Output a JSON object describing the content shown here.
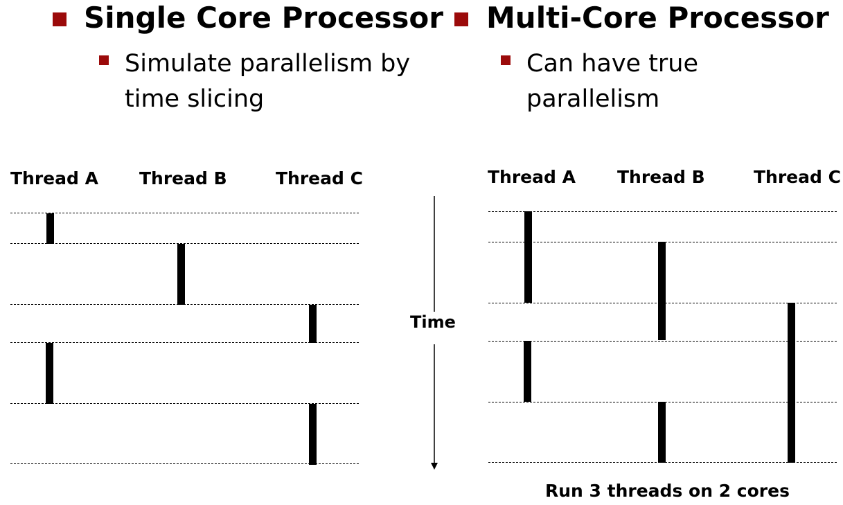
{
  "left": {
    "heading": "Single Core Processor",
    "sub_line1": "Simulate parallelism by",
    "sub_line2": "time slicing",
    "threads": [
      "Thread A",
      "Thread B",
      "Thread C"
    ]
  },
  "right": {
    "heading": "Multi-Core Processor",
    "sub_line1": "Can have true",
    "sub_line2": "parallelism",
    "threads": [
      "Thread A",
      "Thread B",
      "Thread C"
    ],
    "caption": "Run 3 threads on 2 cores"
  },
  "time_label": "Time",
  "colors": {
    "bullet": "#9b0a0a",
    "ink": "#000000"
  }
}
